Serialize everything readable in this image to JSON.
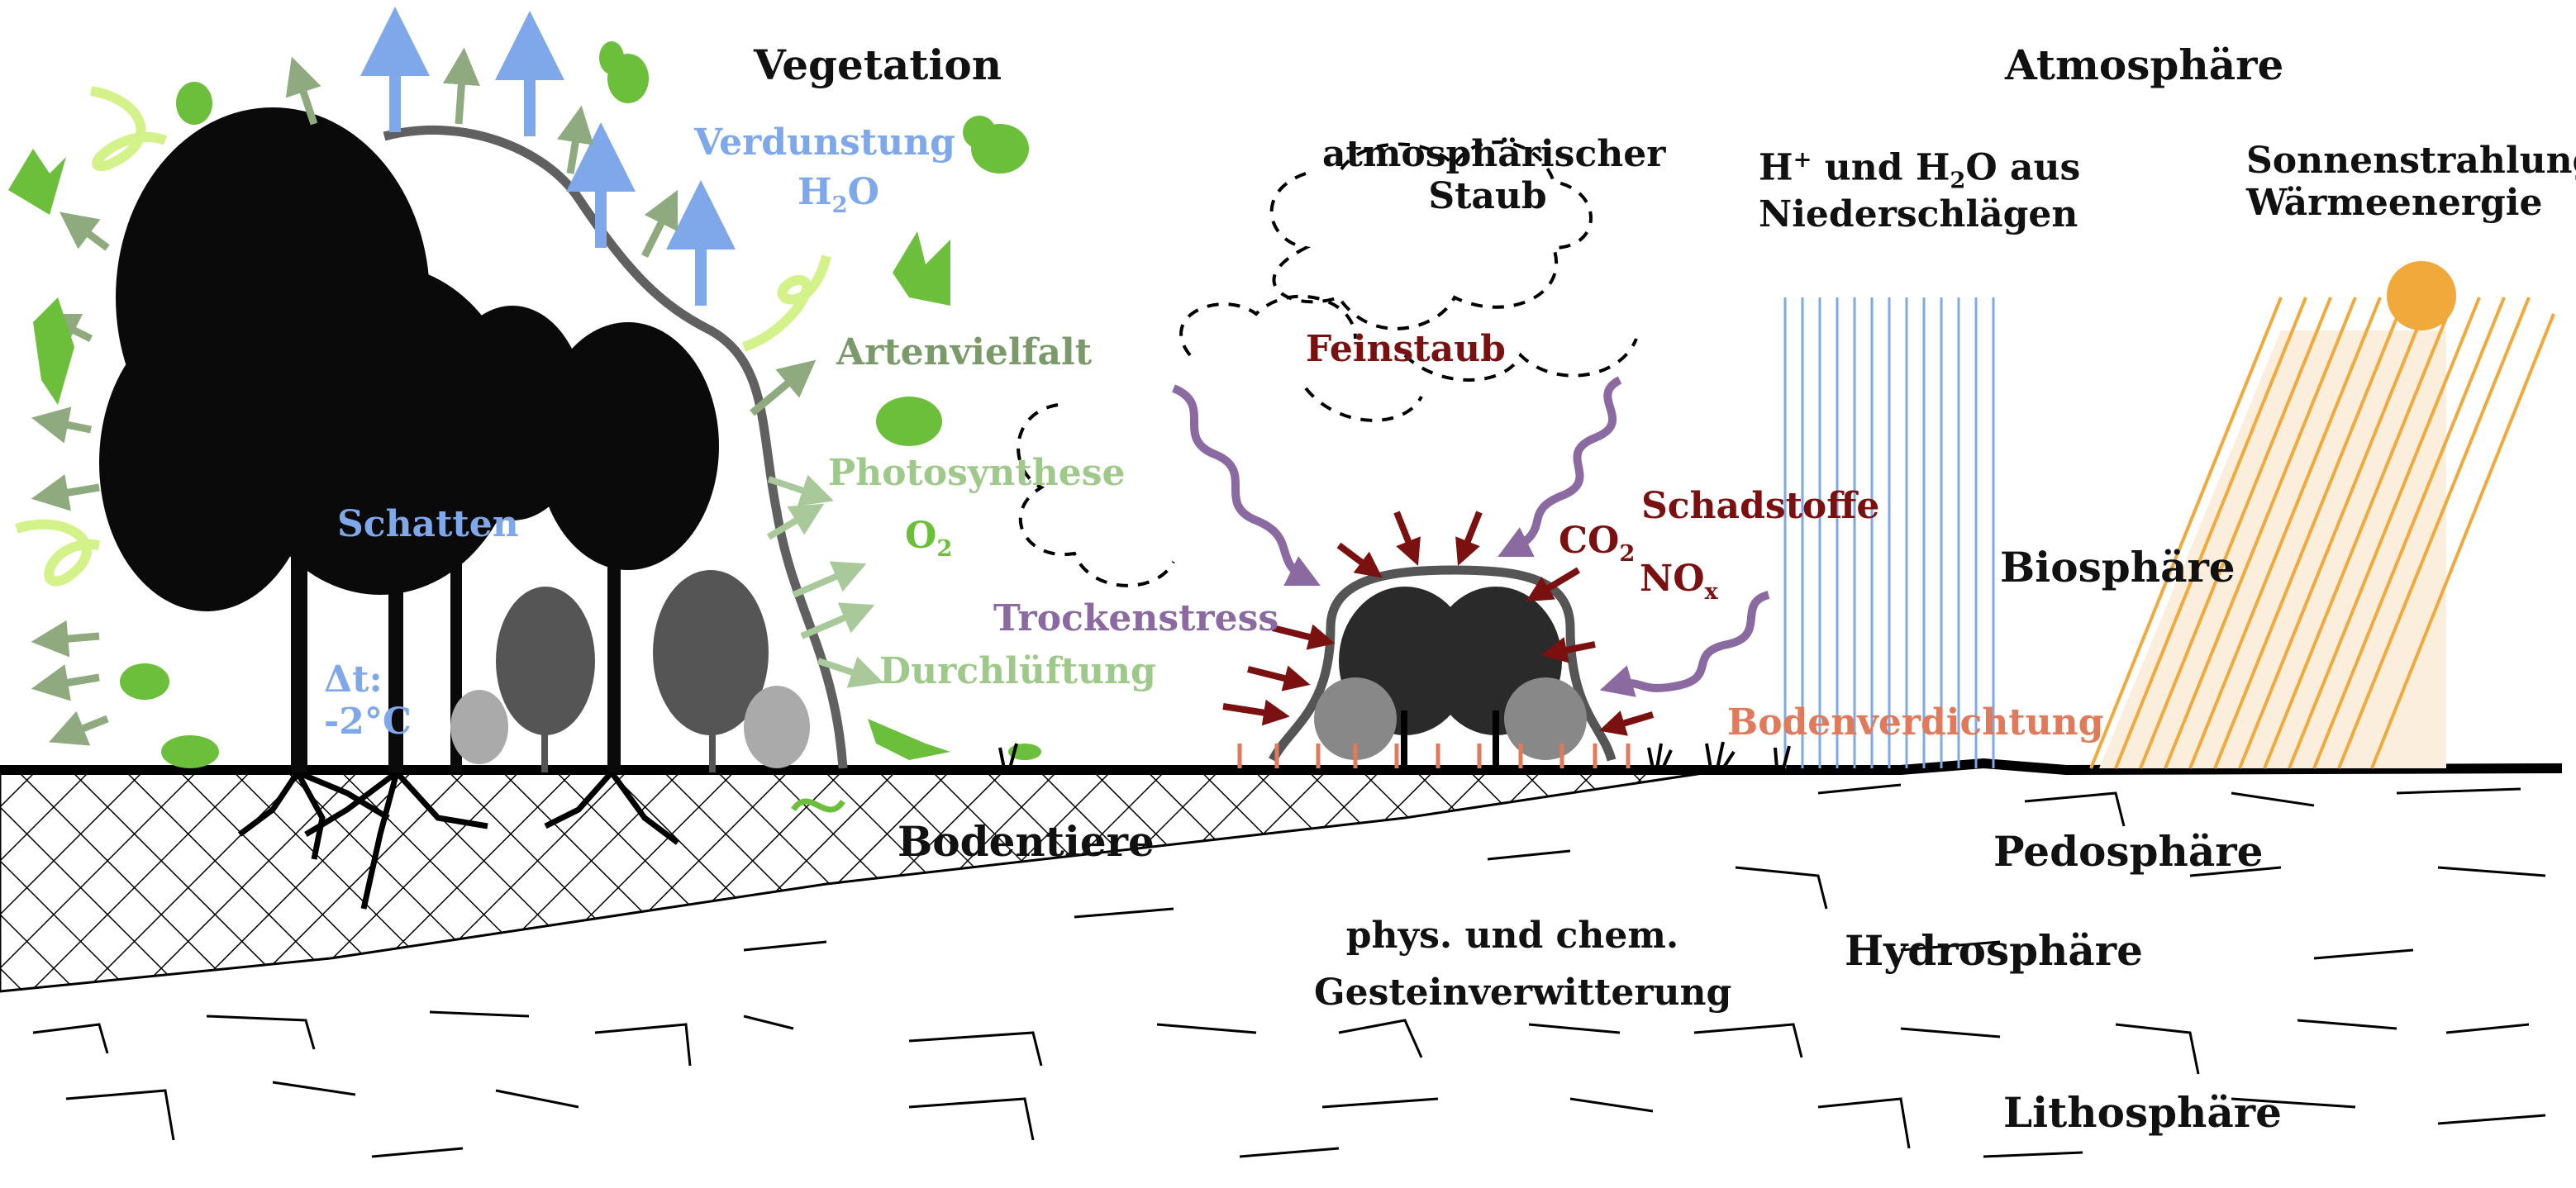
{
  "colors": {
    "water": "#7fa8ea",
    "green_dark": "#7a9a6a",
    "green_mid": "#6bbf3a",
    "green_light": "#9fc98a",
    "purple": "#8a6aa0",
    "dark_red": "#7a1010",
    "soil_red": "#e07a5a",
    "sun": "#f0a93a",
    "ground": "#000000"
  },
  "labels": {
    "vegetation": "Vegetation",
    "atmosphaere": "Atmosphäre",
    "verdunstung": "Verdunstung",
    "h2o_main": "H",
    "h2o_sub": "2",
    "h2o_tail": "O",
    "atm_staub_1": "atmosphärischer",
    "atm_staub_2": "Staub",
    "niederschlag_h": "H",
    "niederschlag_plus": "+",
    "niederschlag_mid": " und H",
    "niederschlag_sub": "2",
    "niederschlag_tail": "O aus",
    "niederschlag_2": "Niederschlägen",
    "sonne_1": "Sonnenstrahlung",
    "sonne_2": "Wärmeenergie",
    "feinstaub": "Feinstaub",
    "artenvielfalt": "Artenvielfalt",
    "photosynthese": "Photosynthese",
    "o2_main": "O",
    "o2_sub": "2",
    "schatten": "Schatten",
    "schadstoffe": "Schadstoffe",
    "co2_main": "CO",
    "co2_sub": "2",
    "nox_main": "NO",
    "nox_sub": "x",
    "biosphaere": "Biosphäre",
    "trockenstress": "Trockenstress",
    "durchlueftung": "Durchlüftung",
    "delta_t_1": "Δt:",
    "delta_t_2": "-2°C",
    "bodenverdichtung": "Bodenverdichtung",
    "bodentiere": "Bodentiere",
    "pedosphaere": "Pedosphäre",
    "verwitterung_1": "phys. und chem.",
    "verwitterung_2": "Gesteinverwitterung",
    "hydrosphaere": "Hydrosphäre",
    "lithosphaere": "Lithosphäre"
  }
}
